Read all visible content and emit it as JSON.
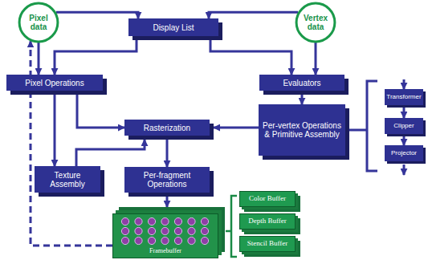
{
  "diagram": {
    "nodes": [
      {
        "text": [
          "Pixel data"
        ]
      },
      {
        "text": [
          "Vertex data"
        ]
      },
      {
        "text": [
          "Display List"
        ]
      },
      {
        "text": [
          "Pixel Operations"
        ]
      },
      {
        "text": [
          "Evaluators"
        ]
      },
      {
        "text": [
          "Rasterization"
        ]
      },
      {
        "text": [
          "Per-vertex Operations & Primitive Assembly"
        ]
      },
      {
        "text": [
          "Transformer"
        ]
      },
      {
        "text": [
          "Clipper"
        ]
      },
      {
        "text": [
          "Projector"
        ]
      },
      {
        "text": [
          "Texture Assembly"
        ]
      },
      {
        "text": [
          "Per-fragment Operations"
        ]
      },
      {
        "text": [
          "Framebuffer"
        ]
      },
      {
        "text": [
          "Color Buffer"
        ]
      },
      {
        "text": [
          "Depth Buffer"
        ]
      },
      {
        "text": [
          "Stencil Buffer"
        ]
      }
    ],
    "edges": [
      {
        "from": 0,
        "to": 2,
        "arrow": "to"
      },
      {
        "from": 1,
        "to": 2,
        "arrow": "to"
      },
      {
        "from": 0,
        "to": 3,
        "arrow": "to"
      },
      {
        "from": 1,
        "to": 4,
        "arrow": "to"
      },
      {
        "from": 2,
        "to": 3,
        "arrow": "to"
      },
      {
        "from": 2,
        "to": 4,
        "arrow": "to"
      },
      {
        "from": 3,
        "to": 5,
        "arrow": "to"
      },
      {
        "from": 3,
        "to": 10,
        "arrow": "to"
      },
      {
        "from": 4,
        "to": 6,
        "arrow": "to"
      },
      {
        "from": 6,
        "to": 5,
        "arrow": "to"
      },
      {
        "from": 10,
        "to": 5,
        "arrow": "to"
      },
      {
        "from": 5,
        "to": 11,
        "arrow": "to"
      },
      {
        "from": 11,
        "to": 12,
        "arrow": "to"
      },
      {
        "from": 12,
        "to": 0,
        "arrow": "to"
      },
      {
        "from": 7,
        "to": 8,
        "arrow": "to"
      },
      {
        "from": 8,
        "to": 9,
        "arrow": "to"
      }
    ]
  }
}
